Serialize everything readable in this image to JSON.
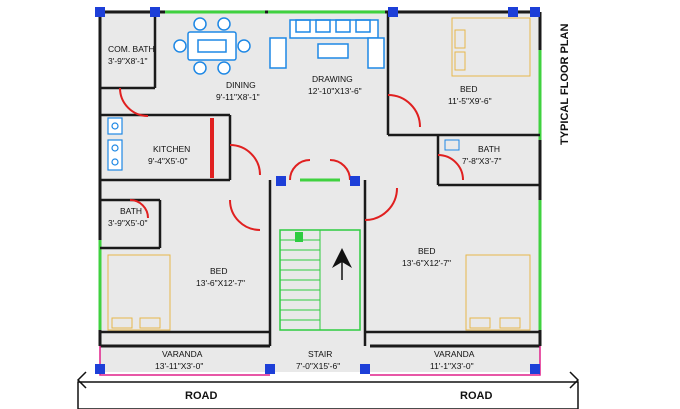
{
  "title": "TYPICAL FLOOR PLAN",
  "colors": {
    "wall": "#1a1a1a",
    "floor": "#e9e9e9",
    "column": "#1d3fd8",
    "window": "#3fd13f",
    "door": "#e02020",
    "furniture_blue": "#1e88e5",
    "bed_outline": "#e6b84a",
    "stair": "#2ecc40",
    "parapet": "#e0208a"
  },
  "rooms": [
    {
      "name": "COM. BATH",
      "size": "3'-9\"X8'-1\""
    },
    {
      "name": "DINING",
      "size": "9'-11\"X8'-1\""
    },
    {
      "name": "DRAWING",
      "size": "12'-10\"X13'-6\""
    },
    {
      "name": "BED",
      "size": "11'-5\"X9'-6\""
    },
    {
      "name": "KITCHEN",
      "size": "9'-4\"X5'-0\""
    },
    {
      "name": "BATH",
      "size": "7'-8\"X3'-7\""
    },
    {
      "name": "BATH",
      "size": "3'-9\"X5'-0\""
    },
    {
      "name": "BED",
      "size": "13'-6\"X12'-7\""
    },
    {
      "name": "BED",
      "size": "13'-6\"X12'-7\""
    },
    {
      "name": "VARANDA",
      "size": "13'-11\"X3'-0\""
    },
    {
      "name": "STAIR",
      "size": "7'-0\"X15'-6\""
    },
    {
      "name": "VARANDA",
      "size": "11'-1\"X3'-0\""
    }
  ],
  "roads": [
    {
      "label": "ROAD"
    },
    {
      "label": "ROAD"
    }
  ],
  "icons": [
    "north-arrow-icon",
    "dining-table-icon",
    "sofa-set-icon",
    "bed-icon",
    "toilet-icon",
    "stove-icon",
    "sink-icon"
  ]
}
